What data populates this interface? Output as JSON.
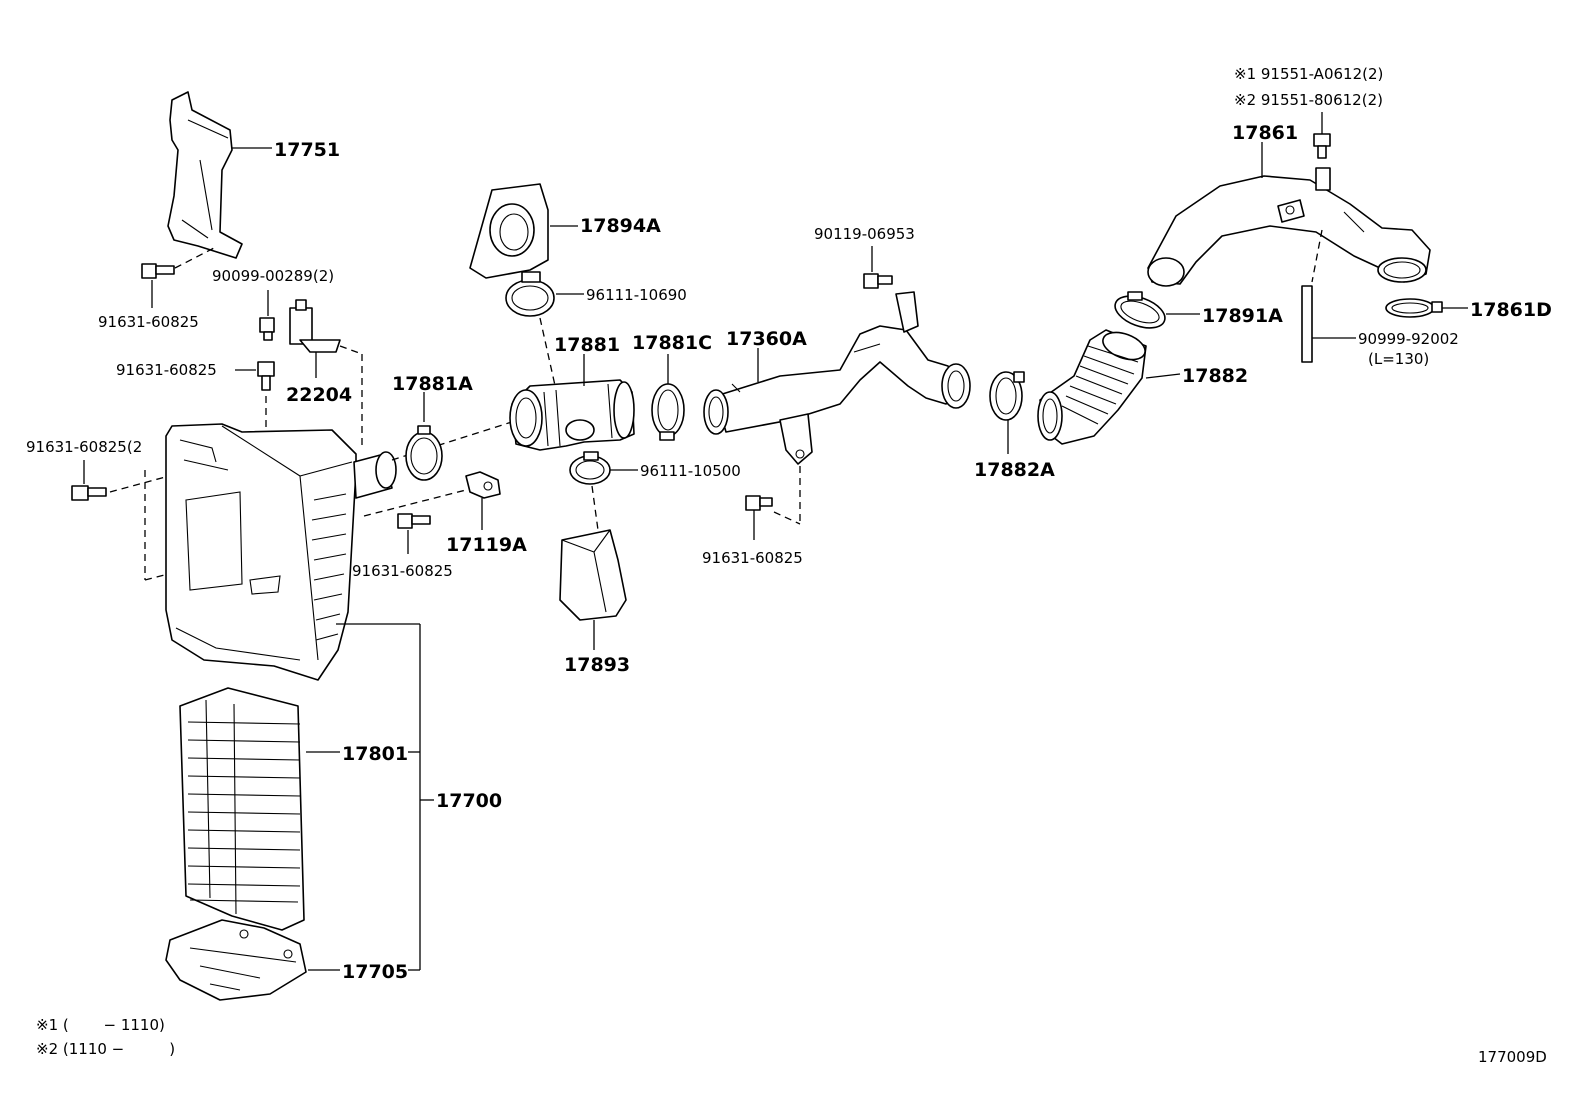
{
  "parts": {
    "p17751": "17751",
    "p90099": "90099-00289(2)",
    "p91631_a": "91631-60825",
    "p91631_b": "91631-60825",
    "p91631_c": "91631-60825(2",
    "p22204": "22204",
    "p17881A": "17881A",
    "p17894A": "17894A",
    "p96111_10690": "96111-10690",
    "p17881": "17881",
    "p17881C": "17881C",
    "p96111_10500": "96111-10500",
    "p17119A": "17119A",
    "p91631_d": "91631-60825",
    "p17893": "17893",
    "p90119": "90119-06953",
    "p17360A": "17360A",
    "p91631_e": "91631-60825",
    "p17882A": "17882A",
    "p17861": "17861",
    "p91551_1": "※1 91551-A0612(2)",
    "p91551_2": "※2 91551-80612(2)",
    "p17891A": "17891A",
    "p17882": "17882",
    "p17861D": "17861D",
    "p90999": "90999-92002",
    "p90999_len": "(L=130)",
    "p17801": "17801",
    "p17700": "17700",
    "p17705": "17705"
  },
  "notes": {
    "note1": "※1 (　　 − 1110)",
    "note2": "※2 (1110 −　　　)"
  },
  "figure_id": "177009D"
}
